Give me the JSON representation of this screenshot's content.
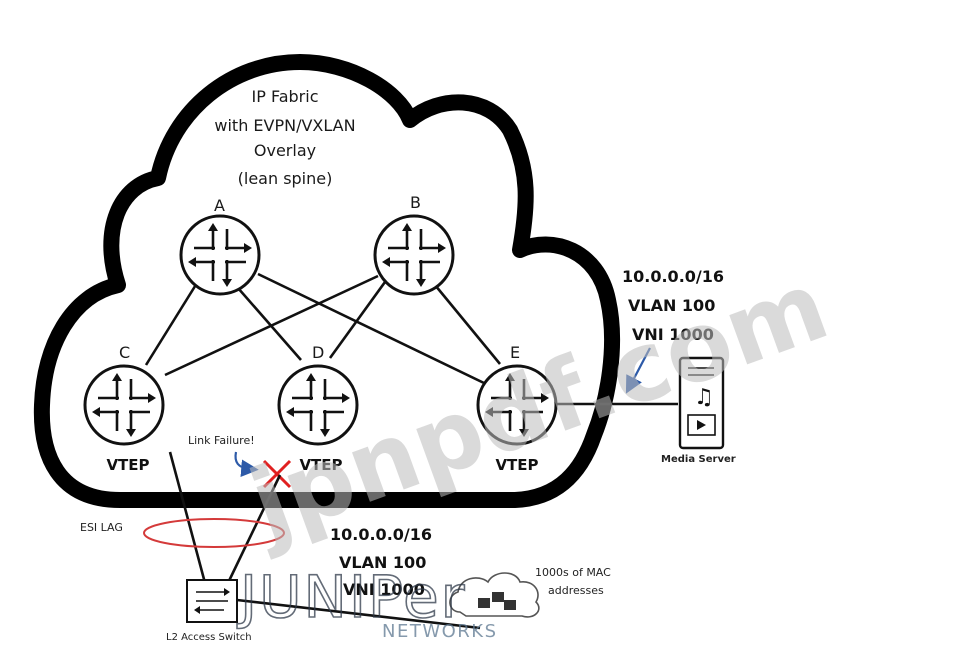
{
  "cloud_title": [
    "IP Fabric",
    "with EVPN/VXLAN",
    "Overlay",
    "(lean spine)"
  ],
  "routers": {
    "A": {
      "label": "A"
    },
    "B": {
      "label": "B"
    },
    "C": {
      "label": "C",
      "role": "VTEP"
    },
    "D": {
      "label": "D",
      "role": "VTEP"
    },
    "E": {
      "label": "E",
      "role": "VTEP"
    }
  },
  "link_failure": "Link Failure!",
  "esi_lag": "ESI LAG",
  "access_switch": "L2 Access Switch",
  "media_server": "Media Server",
  "right_network": [
    "10.0.0.0/16",
    "VLAN 100",
    "VNI 1000"
  ],
  "bottom_network": [
    "10.0.0.0/16",
    "VLAN 100",
    "VNI 1000"
  ],
  "mac_cloud": [
    "1000s of MAC",
    "addresses"
  ],
  "watermark": "jpnpdf.com",
  "logo": {
    "brand": "JUNIPer",
    "sub": "NETWORKS"
  },
  "colors": {
    "esi_ring": "#d43a3a",
    "failure_x": "#e02020",
    "arrow": "#2d5aa8",
    "logo": "#2f3a4a"
  }
}
